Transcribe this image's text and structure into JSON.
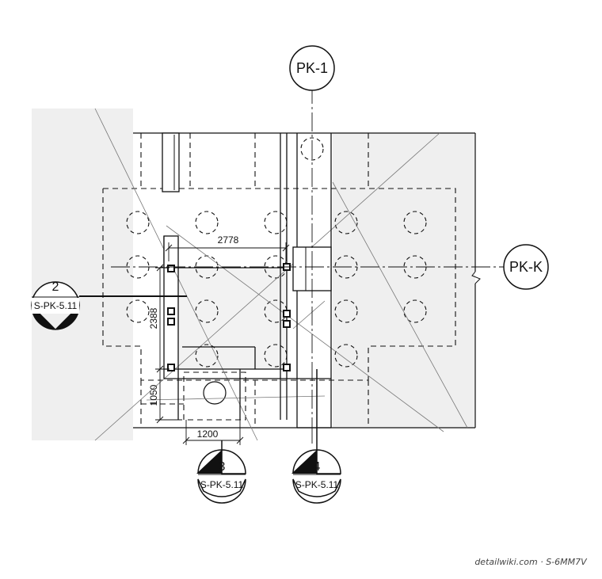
{
  "grid": {
    "vertical": {
      "label": "PK-1"
    },
    "horizontal": {
      "label": "PK-K"
    }
  },
  "dimensions": {
    "top_width": "2778",
    "left_height": "2388",
    "lower_height": "1050",
    "bottom_width": "1200"
  },
  "section_markers": [
    {
      "number": "2",
      "reference": "S-PK-5.11"
    },
    {
      "number": "3",
      "reference": "S-PK-5.11"
    },
    {
      "number": "4",
      "reference": "S-PK-5.11"
    }
  ],
  "watermark": "detailwiki.com · S-6MM7V",
  "colors": {
    "line": "#111111",
    "shade": "#efefef",
    "thin": "#777777"
  }
}
